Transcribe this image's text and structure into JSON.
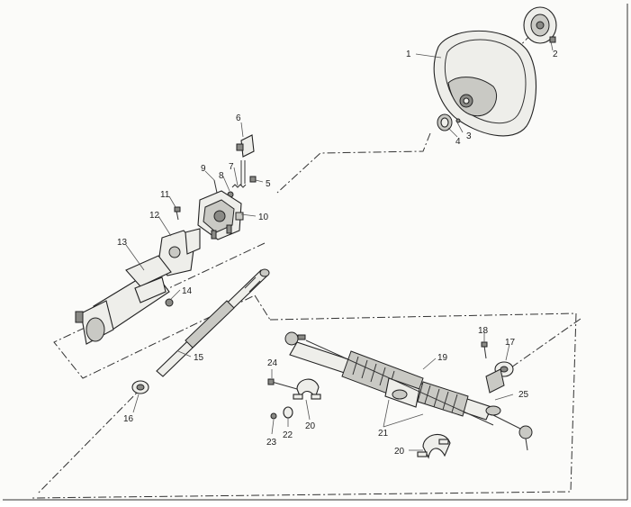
{
  "callouts": [
    {
      "id": "1",
      "text": "1"
    },
    {
      "id": "2",
      "text": "2"
    },
    {
      "id": "3",
      "text": "3"
    },
    {
      "id": "4",
      "text": "4"
    },
    {
      "id": "5",
      "text": "5"
    },
    {
      "id": "6",
      "text": "6"
    },
    {
      "id": "7",
      "text": "7"
    },
    {
      "id": "8",
      "text": "8"
    },
    {
      "id": "9",
      "text": "9"
    },
    {
      "id": "10",
      "text": "10"
    },
    {
      "id": "11",
      "text": "11"
    },
    {
      "id": "12",
      "text": "12"
    },
    {
      "id": "13",
      "text": "13"
    },
    {
      "id": "14",
      "text": "14"
    },
    {
      "id": "15",
      "text": "15"
    },
    {
      "id": "16",
      "text": "16"
    },
    {
      "id": "17",
      "text": "17"
    },
    {
      "id": "18",
      "text": "18"
    },
    {
      "id": "19",
      "text": "19"
    },
    {
      "id": "20a",
      "text": "20"
    },
    {
      "id": "20b",
      "text": "20"
    },
    {
      "id": "21",
      "text": "21"
    },
    {
      "id": "22",
      "text": "22"
    },
    {
      "id": "23",
      "text": "23"
    },
    {
      "id": "24",
      "text": "24"
    },
    {
      "id": "25",
      "text": "25"
    }
  ]
}
